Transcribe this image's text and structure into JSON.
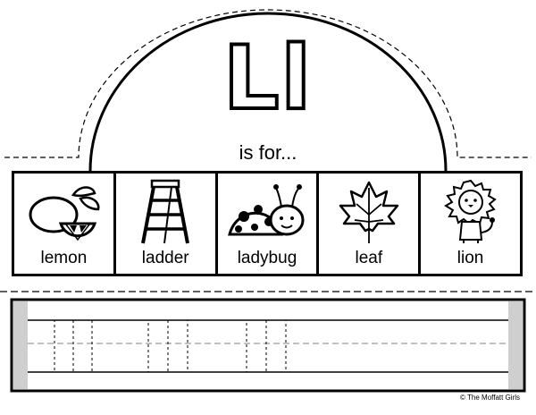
{
  "heading": {
    "letters": "Ll",
    "subtitle": "is for..."
  },
  "words": [
    "lemon",
    "ladder",
    "ladybug",
    "leaf",
    "lion"
  ],
  "icons": [
    "lemon-icon",
    "ladder-icon",
    "ladybug-icon",
    "leaf-icon",
    "lion-icon"
  ],
  "footer": {
    "copyright": "© The Moffatt Girls"
  }
}
